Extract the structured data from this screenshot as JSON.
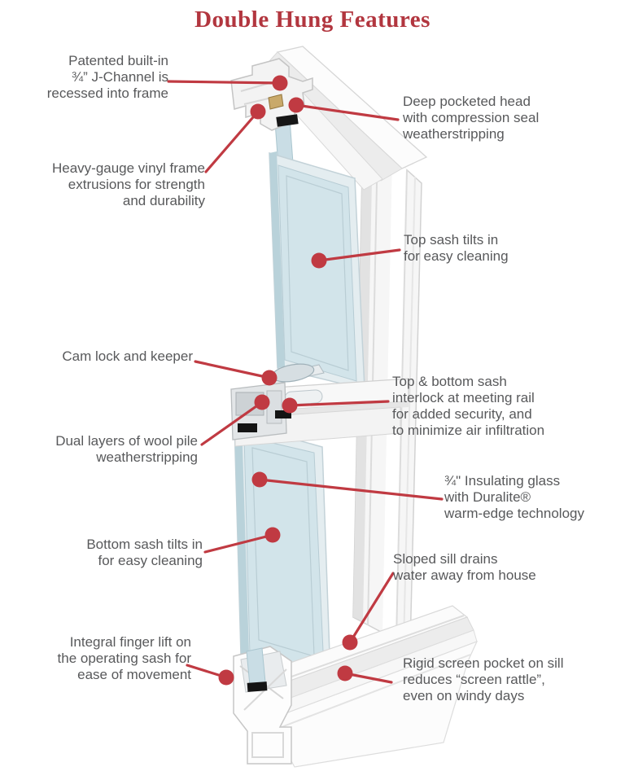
{
  "title": "Double Hung Features",
  "colors": {
    "accent_red": "#c03a42",
    "title_red": "#b2363f",
    "label_gray": "#58595b",
    "glass_blue": "#d2e4ea",
    "glass_edge_blue": "#b9d2da",
    "frame_white": "#f7f7f7"
  },
  "callouts": {
    "j_channel": {
      "text": "Patented built-in\n¾” J-Channel is\nrecessed into frame"
    },
    "heavy_gauge": {
      "text": "Heavy-gauge vinyl frame\nextrusions for strength\nand durability"
    },
    "deep_pocket": {
      "text": "Deep pocketed head\nwith compression seal\nweatherstripping"
    },
    "top_sash": {
      "text": "Top sash tilts in\nfor easy cleaning"
    },
    "cam_lock": {
      "text": "Cam lock and keeper"
    },
    "interlock": {
      "text": "Top & bottom sash\ninterlock at meeting rail\nfor added security, and\nto minimize air infiltration"
    },
    "wool_pile": {
      "text": "Dual layers of wool pile\nweatherstripping"
    },
    "insulating": {
      "text": "¾\" Insulating glass\nwith Duralite®\nwarm-edge technology"
    },
    "bottom_sash": {
      "text": "Bottom sash tilts in\nfor easy cleaning"
    },
    "sloped_sill": {
      "text": "Sloped sill drains\nwater away from house"
    },
    "finger_lift": {
      "text": "Integral finger lift on\nthe operating sash for\nease of movement"
    },
    "screen_pocket": {
      "text": "Rigid screen pocket on sill\nreduces “screen rattle”,\neven on windy days"
    }
  }
}
